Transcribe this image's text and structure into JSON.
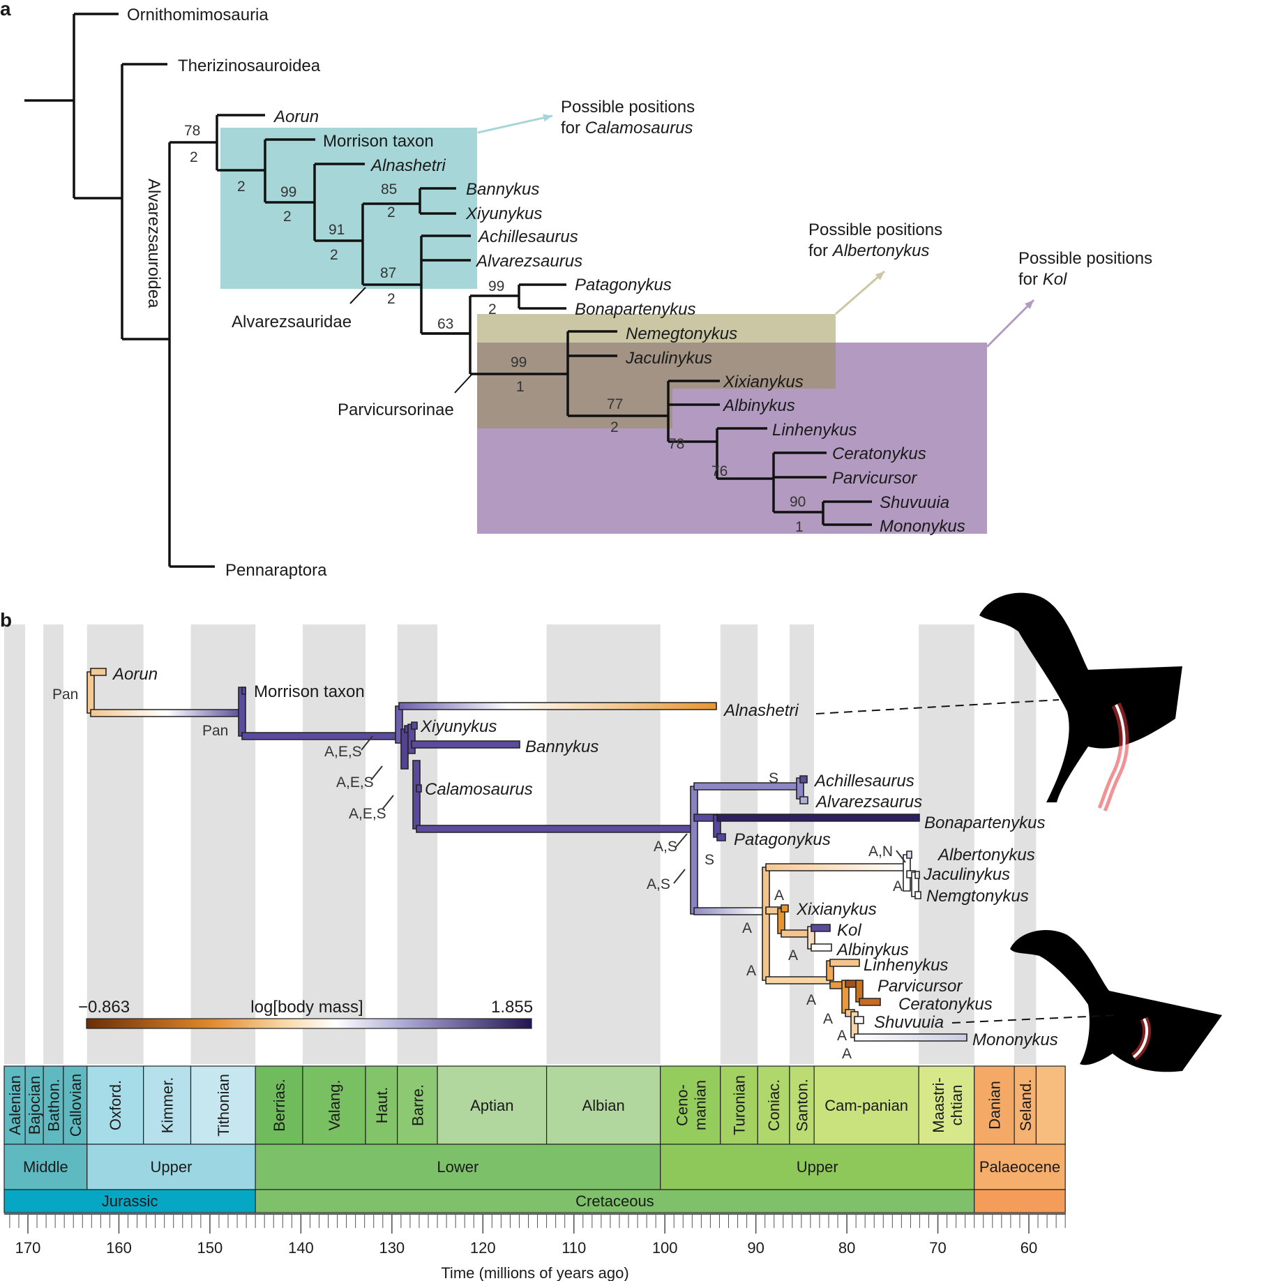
{
  "panel_a": {
    "label": "a",
    "outgroups": [
      "Ornithomimosauria",
      "Therizinosauroidea",
      "Pennaraptora"
    ],
    "alvarezsauroidea_label": "Alvarezsauroidea",
    "taxa": [
      "Aorun",
      "Morrison taxon",
      "Alnashetri",
      "Bannykus",
      "Xiyunykus",
      "Achillesaurus",
      "Alvarezsaurus",
      "Patagonykus",
      "Bonapartenykus",
      "Nemegtonykus",
      "Jaculinykus",
      "Xixianykus",
      "Albinykus",
      "Linhenykus",
      "Ceratonykus",
      "Parvicursor",
      "Shuvuuia",
      "Mononykus"
    ],
    "support_values": [
      "78",
      "2",
      "2",
      "99",
      "2",
      "91",
      "2",
      "85",
      "2",
      "87",
      "2",
      "63",
      "99",
      "2",
      "99",
      "1",
      "77",
      "2",
      "78",
      "76",
      "90",
      "1"
    ],
    "clade_labels": [
      "Alvarezsauridae",
      "Parvicursorinae"
    ],
    "possible_positions": {
      "calamosaurus": [
        "Possible positions",
        "for",
        "Calamosaurus"
      ],
      "albertonykus": [
        "Possible positions",
        "for",
        "Albertonykus"
      ],
      "kol": [
        "Possible positions",
        "for",
        "Kol"
      ]
    },
    "box_colors": {
      "calamosaurus": "#a6d6d8",
      "albertonykus": "#cbc6a3",
      "kol": "#b39ac0",
      "overlap": "#a39384"
    }
  },
  "panel_b": {
    "label": "b",
    "taxa": [
      "Aorun",
      "Morrison taxon",
      "Alnashetri",
      "Xiyunykus",
      "Bannykus",
      "Calamosaurus",
      "Achillesaurus",
      "Alvarezsaurus",
      "Bonapartenykus",
      "Patagonykus",
      "Albertonykus",
      "Jaculinykus",
      "Nemgtonykus",
      "Xixianykus",
      "Kol",
      "Albinykus",
      "Linhenykus",
      "Parvicursor",
      "Ceratonykus",
      "Shuvuuia",
      "Mononykus"
    ],
    "character_changes": [
      "Pan",
      "Pan",
      "A,E,S",
      "A,E,S",
      "A,E,S",
      "S",
      "A,S",
      "A,S",
      "S",
      "A,N",
      "A",
      "A",
      "A",
      "A",
      "A",
      "A",
      "A",
      "A",
      "A"
    ],
    "colorbar": {
      "label": "log[body mass]",
      "min_label": "−0.863",
      "max_label": "1.855",
      "min": -0.863,
      "max": 1.855
    }
  },
  "timescale": {
    "stages": [
      {
        "name": "Aalenian",
        "start": 174.1,
        "end": 170.3
      },
      {
        "name": "Bajocian",
        "start": 170.3,
        "end": 168.3
      },
      {
        "name": "Bathon.",
        "start": 168.3,
        "end": 166.1
      },
      {
        "name": "Callovian",
        "start": 166.1,
        "end": 163.5
      },
      {
        "name": "Oxford.",
        "start": 163.5,
        "end": 157.3
      },
      {
        "name": "Kimmer.",
        "start": 157.3,
        "end": 152.1
      },
      {
        "name": "Tithonian",
        "start": 152.1,
        "end": 145.0
      },
      {
        "name": "Berrias.",
        "start": 145.0,
        "end": 139.8
      },
      {
        "name": "Valang.",
        "start": 139.8,
        "end": 132.9
      },
      {
        "name": "Haut.",
        "start": 132.9,
        "end": 129.4
      },
      {
        "name": "Barre.",
        "start": 129.4,
        "end": 125.0
      },
      {
        "name": "Aptian",
        "start": 125.0,
        "end": 113.0
      },
      {
        "name": "Albian",
        "start": 113.0,
        "end": 100.5
      },
      {
        "name": "Ceno-manian",
        "start": 100.5,
        "end": 93.9
      },
      {
        "name": "Turonian",
        "start": 93.9,
        "end": 89.8
      },
      {
        "name": "Coniac.",
        "start": 89.8,
        "end": 86.3
      },
      {
        "name": "Santon.",
        "start": 86.3,
        "end": 83.6
      },
      {
        "name": "Cam-panian",
        "start": 83.6,
        "end": 72.1
      },
      {
        "name": "Maastri-chtian",
        "start": 72.1,
        "end": 66.0
      },
      {
        "name": "Danian",
        "start": 66.0,
        "end": 61.6
      },
      {
        "name": "Seland.",
        "start": 61.6,
        "end": 59.2
      },
      {
        "name": "",
        "start": 59.2,
        "end": 56.0
      }
    ],
    "epochs": [
      {
        "name": "Middle",
        "start": 174.1,
        "end": 163.5
      },
      {
        "name": "Upper",
        "start": 163.5,
        "end": 145.0
      },
      {
        "name": "Lower",
        "start": 145.0,
        "end": 100.5
      },
      {
        "name": "Upper",
        "start": 100.5,
        "end": 66.0
      },
      {
        "name": "Palaeocene",
        "start": 66.0,
        "end": 56.0
      }
    ],
    "periods": [
      {
        "name": "Jurassic",
        "start": 174.1,
        "end": 145.0
      },
      {
        "name": "Cretaceous",
        "start": 145.0,
        "end": 66.0
      },
      {
        "name": "",
        "start": 66.0,
        "end": 56.0
      }
    ],
    "tick_labels": [
      "170",
      "160",
      "140",
      "150",
      "130",
      "120",
      "110",
      "100",
      "90",
      "80",
      "70",
      "60"
    ],
    "axis_label": "Time (millions of years ago)",
    "colors": {
      "jurassic": "#05a7c4",
      "jurassic_epoch": "#5fb9c1",
      "jurassic_upper": "#9dd6e3",
      "cretaceous": "#7fc16a",
      "lower": "#7cc06a",
      "upper": "#8fc85a",
      "palaeogene": "#f49d5b",
      "palaeocene": "#f5ae6c"
    }
  }
}
